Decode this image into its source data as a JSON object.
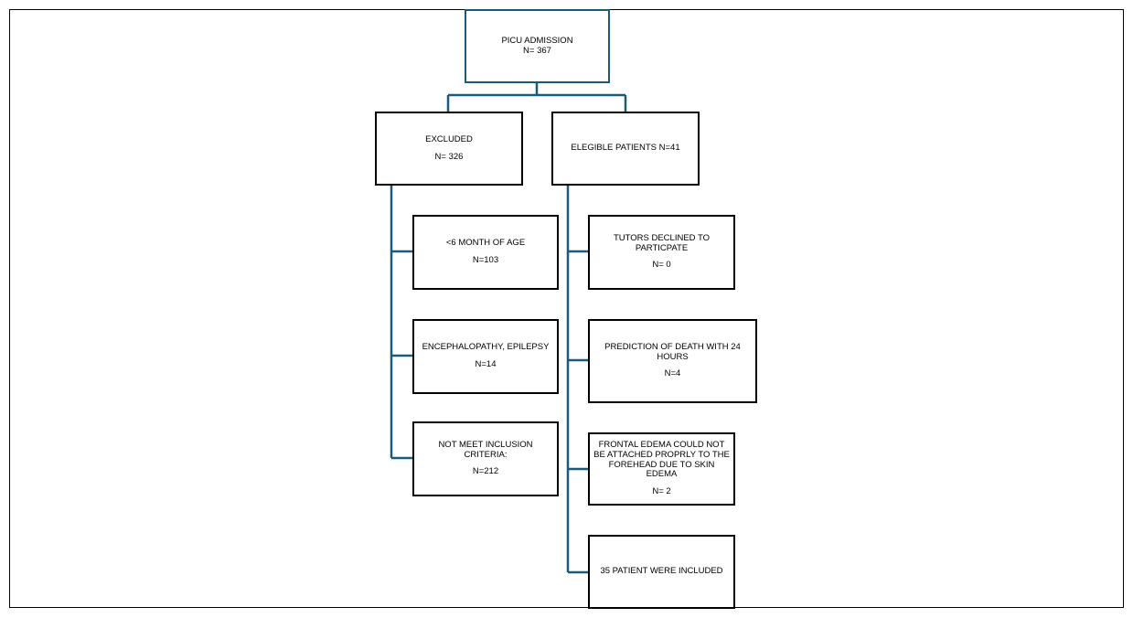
{
  "flow": {
    "root": {
      "title": "PICU ADMISSION",
      "count": "N= 367"
    },
    "excluded": {
      "title": "EXCLUDED",
      "count": "N= 326"
    },
    "eligible": {
      "title": "ELEGIBLE PATIENTS N=41"
    },
    "excluded_reasons": [
      {
        "title": "<6 MONTH OF AGE",
        "count": "N=103"
      },
      {
        "title": "ENCEPHALOPATHY, EPILEPSY",
        "count": "N=14"
      },
      {
        "title": "NOT MEET INCLUSION CRITERIA:",
        "count": "N=212"
      }
    ],
    "eligible_steps": [
      {
        "title": "TUTORS DECLINED TO PARTICPATE",
        "count": "N= 0"
      },
      {
        "title": "PREDICTION OF DEATH WITH 24 HOURS",
        "count": "N=4"
      },
      {
        "title": "FRONTAL EDEMA COULD NOT BE ATTACHED PROPRLY TO THE FOREHEAD DUE TO SKIN EDEMA",
        "count": "N= 2"
      },
      {
        "title": "35 PATIENT WERE INCLUDED"
      }
    ]
  },
  "colors": {
    "connector": "#1b5a78",
    "root_border": "#1b5a78",
    "box_border": "#000000"
  }
}
